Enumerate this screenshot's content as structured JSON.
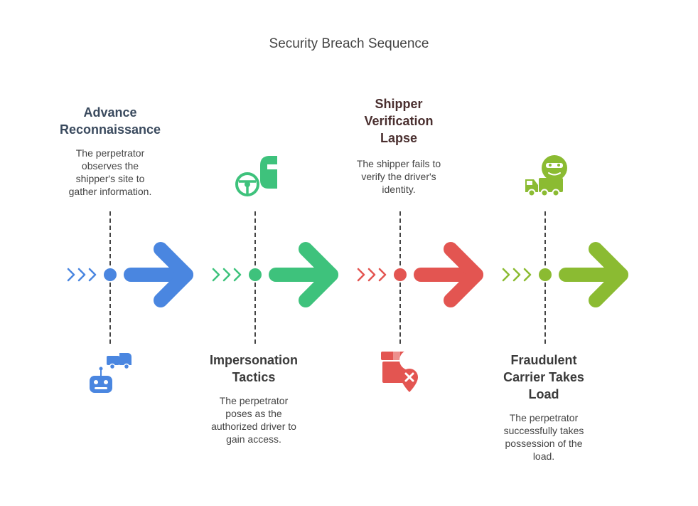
{
  "title": "Security Breach Sequence",
  "steps": [
    {
      "title_lines": [
        "Advance",
        "Reconnaissance"
      ],
      "desc_lines": [
        "The perpetrator",
        "observes the",
        "shipper's site to",
        "gather information."
      ],
      "color": "#4a86e0",
      "icon": "robot-truck-icon",
      "title_color": "#3a4a5e"
    },
    {
      "title_lines": [
        "Impersonation",
        "Tactics"
      ],
      "desc_lines": [
        "The perpetrator",
        "poses as the",
        "authorized driver to",
        "gain access."
      ],
      "color": "#3ec27c",
      "icon": "steering-wheel-driver-icon",
      "title_color": "#2f3f34"
    },
    {
      "title_lines": [
        "Shipper",
        "Verification",
        "Lapse"
      ],
      "desc_lines": [
        "The shipper fails to",
        "verify the driver's",
        "identity."
      ],
      "color": "#e35551",
      "icon": "package-error-icon",
      "title_color": "#4a2f2f"
    },
    {
      "title_lines": [
        "Fraudulent",
        "Carrier Takes",
        "Load"
      ],
      "desc_lines": [
        "The perpetrator",
        "successfully takes",
        "possession of the",
        "load."
      ],
      "color": "#8bbb32",
      "icon": "thief-truck-icon",
      "title_color": "#3e4630"
    }
  ]
}
